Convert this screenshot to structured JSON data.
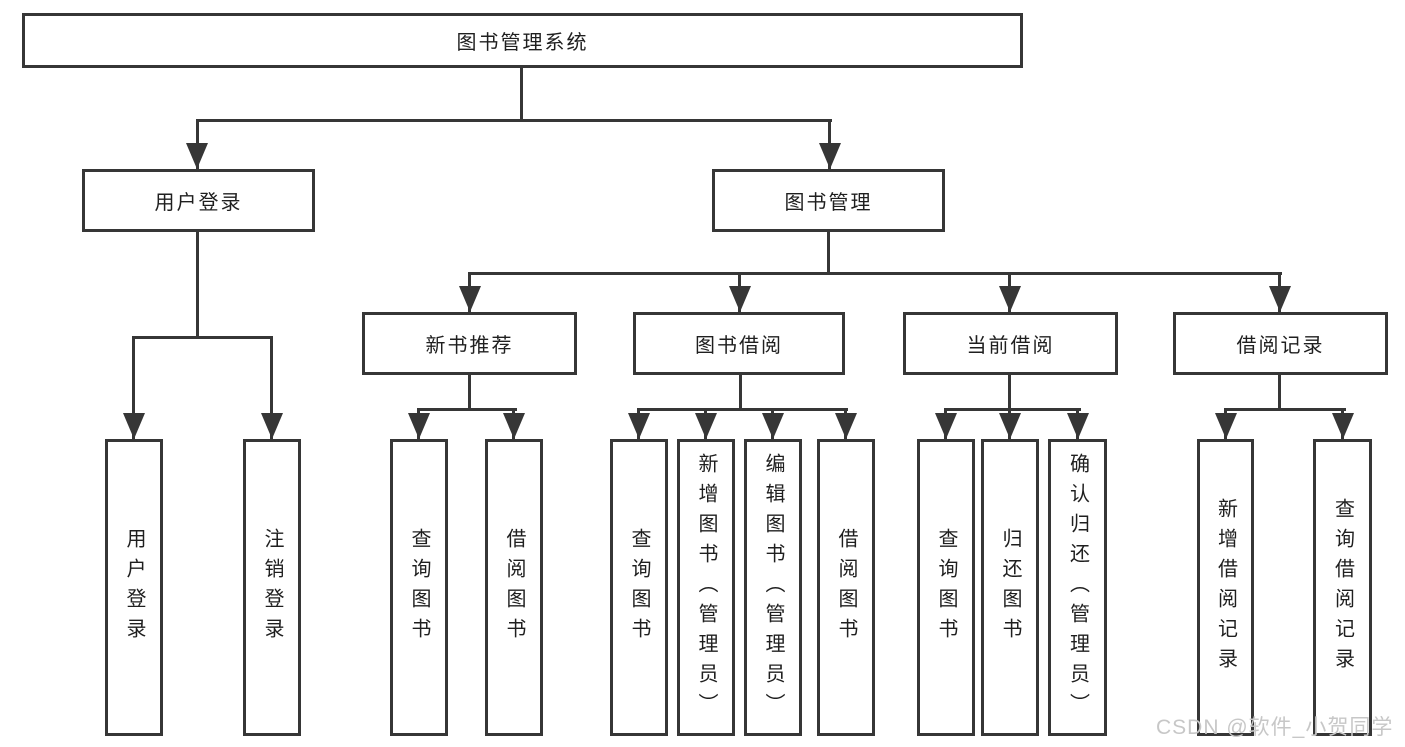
{
  "diagram": {
    "type": "tree",
    "root": {
      "label": "图书管理系统",
      "children": [
        {
          "label": "用户登录",
          "children": [
            {
              "label": "用户登录"
            },
            {
              "label": "注销登录"
            }
          ]
        },
        {
          "label": "图书管理",
          "children": [
            {
              "label": "新书推荐",
              "children": [
                {
                  "label": "查询图书"
                },
                {
                  "label": "借阅图书"
                }
              ]
            },
            {
              "label": "图书借阅",
              "children": [
                {
                  "label": "查询图书"
                },
                {
                  "label": "新增图书（管理员）"
                },
                {
                  "label": "编辑图书（管理员）"
                },
                {
                  "label": "借阅图书"
                }
              ]
            },
            {
              "label": "当前借阅",
              "children": [
                {
                  "label": "查询图书"
                },
                {
                  "label": "归还图书"
                },
                {
                  "label": "确认归还（管理员）"
                }
              ]
            },
            {
              "label": "借阅记录",
              "children": [
                {
                  "label": "新增借阅记录"
                },
                {
                  "label": "查询借阅记录"
                }
              ]
            }
          ]
        }
      ]
    },
    "watermark": "CSDN @软件_小贺同学",
    "colors": {
      "line": "#363636",
      "text": "#1f1f1f",
      "box_background": "#ffffff",
      "watermark": "#c7c7c7"
    }
  }
}
